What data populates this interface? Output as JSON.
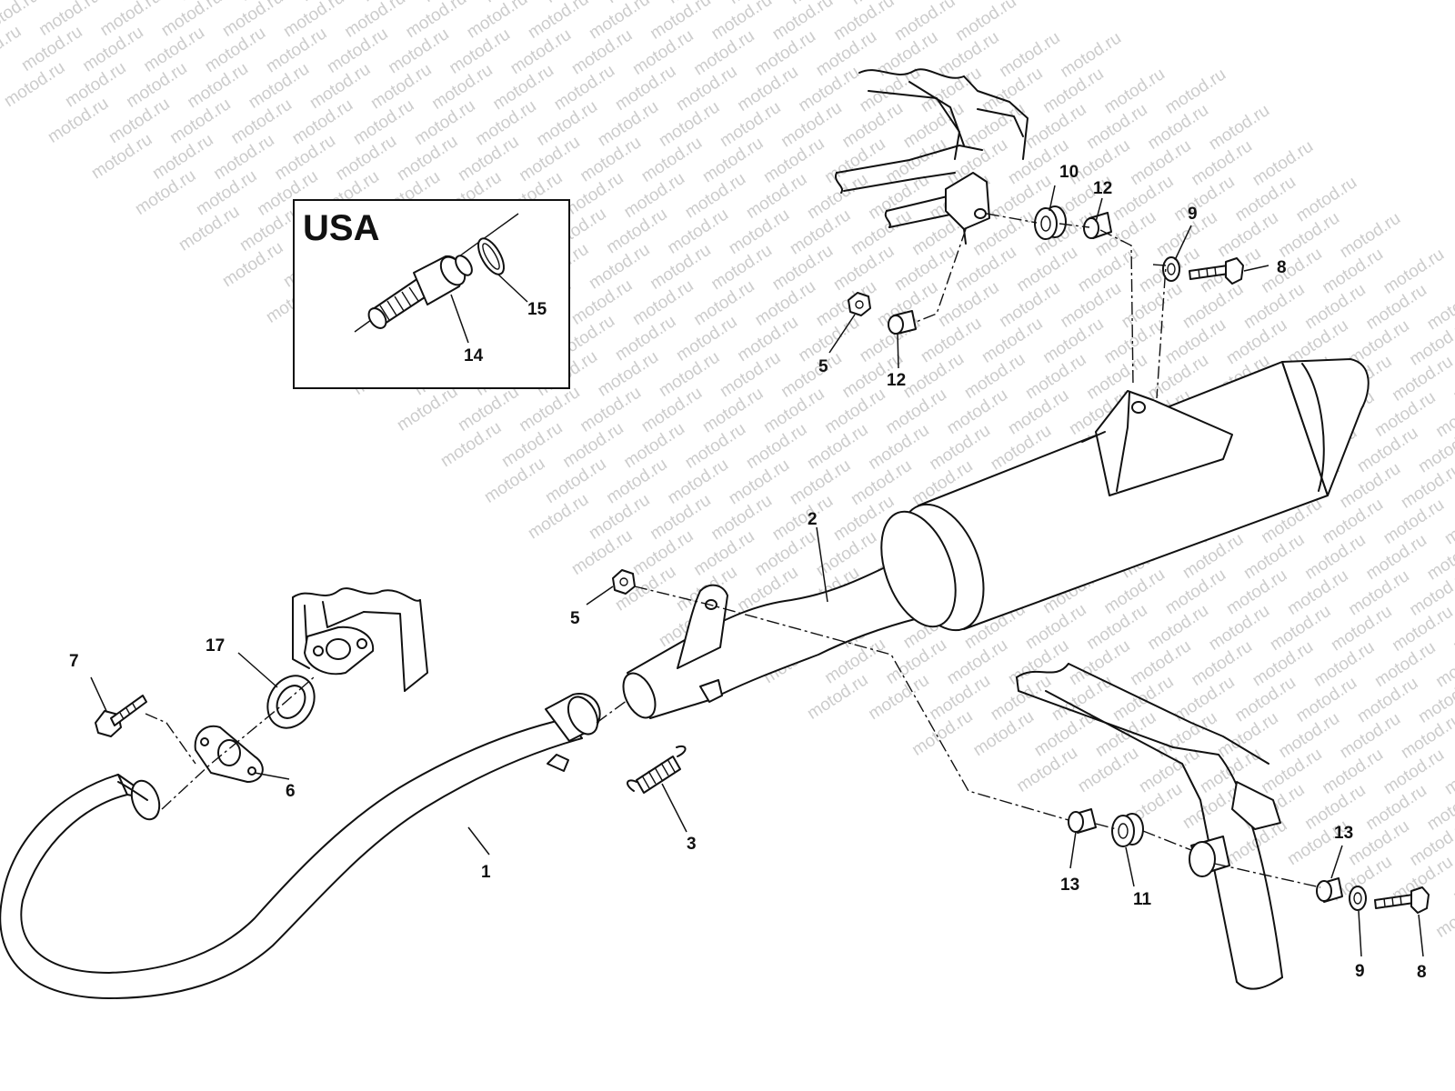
{
  "watermark": {
    "text": "motod.ru"
  },
  "inset": {
    "title": "USA"
  },
  "labels": {
    "p1": "1",
    "p2": "2",
    "p3": "3",
    "p5a": "5",
    "p5b": "5",
    "p6": "6",
    "p7": "7",
    "p8a": "8",
    "p8b": "8",
    "p9a": "9",
    "p9b": "9",
    "p10": "10",
    "p11": "11",
    "p12a": "12",
    "p12b": "12",
    "p13a": "13",
    "p13b": "13",
    "p14": "14",
    "p15": "15",
    "p17": "17"
  }
}
